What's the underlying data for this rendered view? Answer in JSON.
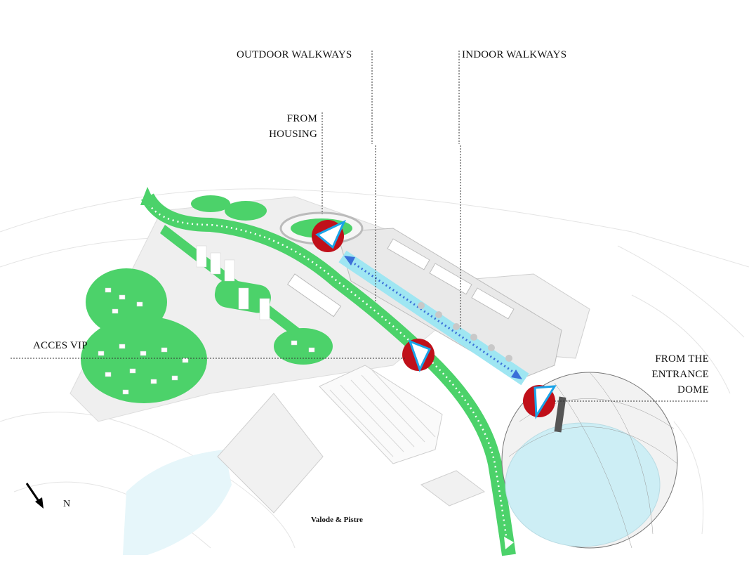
{
  "labels": {
    "outdoor_walkways": "OUTDOOR WALKWAYS",
    "indoor_walkways": "INDOOR WALKWAYS",
    "from_housing_1": "FROM",
    "from_housing_2": "HOUSING",
    "acces_vip": "ACCES VIP",
    "from_entrance_1": "FROM THE",
    "from_entrance_2": "ENTRANCE",
    "from_entrance_3": "DOME",
    "north": "N",
    "credit": "Valode & Pistre"
  },
  "colors": {
    "green": "#4cd26a",
    "cyan": "#9fe6f2",
    "marker_red": "#c0101a",
    "marker_blue": "#1aa3e8",
    "dome": "#cdeef5"
  }
}
